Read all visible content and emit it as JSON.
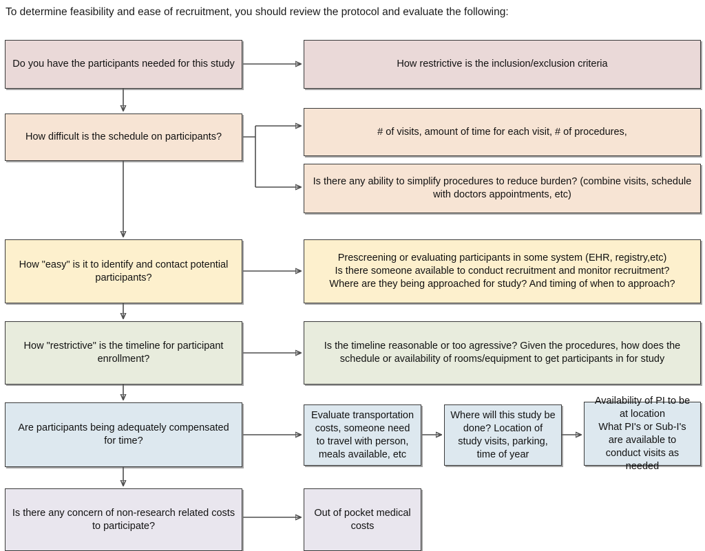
{
  "page": {
    "intro": "To determine feasibility and ease of recruitment, you should review the protocol and evaluate the following:"
  },
  "colors": {
    "pink": "#ead9d8",
    "peach": "#f7e4d4",
    "yellow": "#fdf0cd",
    "green": "#e8ecdd",
    "blue": "#dde8ef",
    "lavender": "#e9e6ee",
    "border": "#3a3a3a",
    "connector": "#4d4d4d",
    "background": "#ffffff",
    "text": "#111111"
  },
  "flow": {
    "left_column": [
      {
        "id": "participants-needed",
        "label": "Do you have the participants needed for this study",
        "color": "pink"
      },
      {
        "id": "schedule-difficulty",
        "label": "How difficult is the schedule on participants?",
        "color": "peach"
      },
      {
        "id": "identify-contact",
        "label": "How \"easy\" is it to identify and contact potential participants?",
        "color": "yellow"
      },
      {
        "id": "timeline-restrictive",
        "label": "How \"restrictive\" is the timeline for participant enrollment?",
        "color": "green"
      },
      {
        "id": "compensation",
        "label": "Are participants being adequately compensated for time?",
        "color": "blue"
      },
      {
        "id": "non-research-costs",
        "label": "Is there any concern of non-research related costs to participate?",
        "color": "lavender"
      }
    ],
    "right_column": [
      {
        "id": "inclusion-exclusion",
        "label": "How restrictive is the inclusion/exclusion criteria",
        "color": "pink"
      },
      {
        "id": "visits-time-procedures",
        "label": "# of visits, amount of time for each visit, # of procedures,",
        "color": "peach"
      },
      {
        "id": "simplify-procedures",
        "label": "Is there any ability to simplify procedures to reduce burden? (combine visits, schedule with doctors appointments, etc)",
        "color": "peach"
      },
      {
        "id": "prescreening",
        "label": "Prescreening or evaluating participants in some system (EHR, registry,etc)\nIs there someone available to conduct recruitment and monitor recruitment?\nWhere are they being approached for study? And timing of when to approach?",
        "color": "yellow"
      },
      {
        "id": "timeline-reasonable",
        "label": "Is the timeline reasonable or too agressive? Given the procedures, how does the schedule or availability of rooms/equipment to get participants in for study",
        "color": "green"
      },
      {
        "id": "out-of-pocket",
        "label": "Out of pocket medical costs",
        "color": "lavender"
      }
    ],
    "compensation_chain": [
      {
        "id": "transportation-costs",
        "label": "Evaluate transportation costs, someone need to travel with person, meals available, etc",
        "color": "blue"
      },
      {
        "id": "study-location",
        "label": "Where will this study be done? Location of study visits, parking, time of year",
        "color": "blue"
      },
      {
        "id": "pi-availability",
        "label": "Availability of PI to be at location\nWhat PI's or Sub-I's are available to conduct visits as needed",
        "color": "blue"
      }
    ]
  }
}
